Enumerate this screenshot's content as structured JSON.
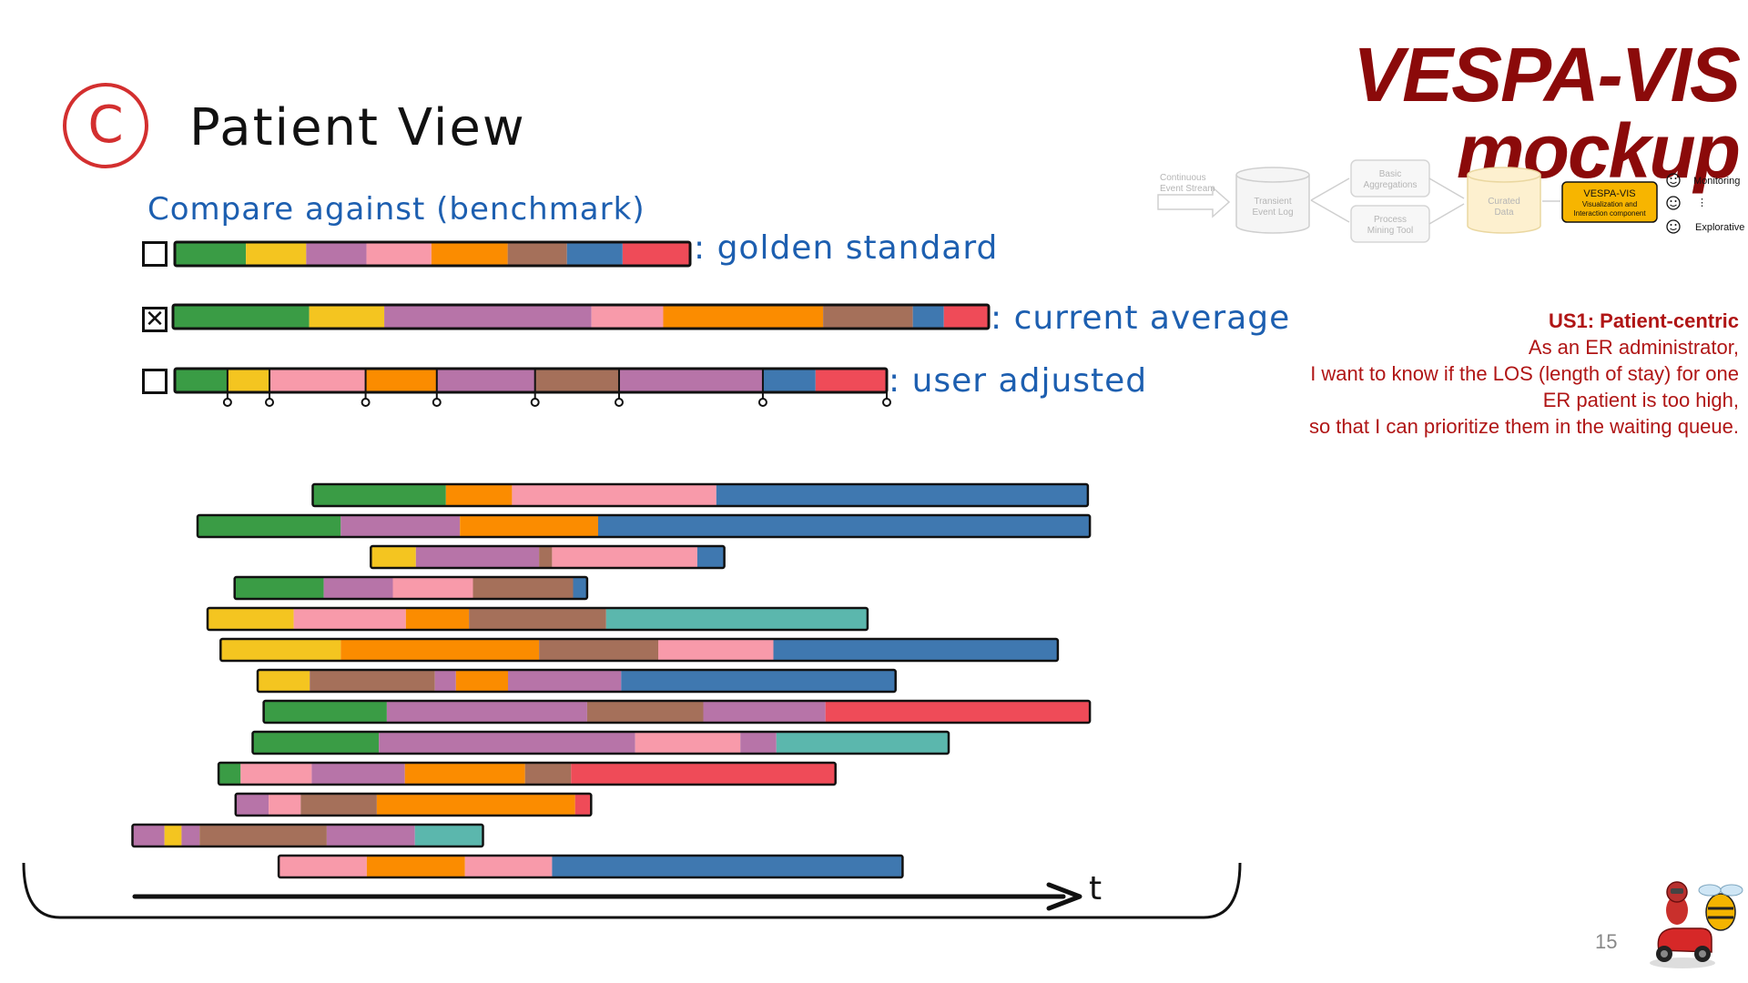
{
  "slide": {
    "title": "VESPA-VIS mockup",
    "section_letter": "C",
    "view_title": "Patient View",
    "compare_title": "Compare against (benchmark)",
    "page_number": "15"
  },
  "colors": {
    "green": "#3a9c45",
    "yellow": "#f4c520",
    "purple": "#b774a8",
    "pink": "#f89aaa",
    "orange": "#fb8c00",
    "brown": "#a5705a",
    "blue": "#3f78b0",
    "red": "#ef4b58",
    "teal": "#5bb7ad",
    "title_red": "#8b0a0a",
    "accent_blue": "#1d5fb0"
  },
  "benchmarks": [
    {
      "label": ": golden standard",
      "checked": false,
      "segments": [
        [
          "green",
          0.138
        ],
        [
          "yellow",
          0.117
        ],
        [
          "purple",
          0.117
        ],
        [
          "pink",
          0.126
        ],
        [
          "orange",
          0.148
        ],
        [
          "brown",
          0.115
        ],
        [
          "blue",
          0.108
        ],
        [
          "red",
          0.131
        ]
      ],
      "handles": []
    },
    {
      "label": ": current average",
      "checked": true,
      "checkmark": "✕",
      "segments": [
        [
          "green",
          0.167
        ],
        [
          "yellow",
          0.092
        ],
        [
          "purple",
          0.254
        ],
        [
          "pink",
          0.088
        ],
        [
          "orange",
          0.196
        ],
        [
          "brown",
          0.11
        ],
        [
          "blue",
          0.038
        ],
        [
          "red",
          0.055
        ]
      ],
      "handles": []
    },
    {
      "label": ": user adjusted",
      "checked": false,
      "segments": [
        [
          "green",
          0.074
        ],
        [
          "yellow",
          0.059
        ],
        [
          "pink",
          0.135
        ],
        [
          "orange",
          0.1
        ],
        [
          "purple",
          0.138
        ],
        [
          "brown",
          0.118
        ],
        [
          "purple",
          0.202
        ],
        [
          "blue",
          0.074
        ],
        [
          "red",
          0.1
        ]
      ],
      "handles": [
        0.074,
        0.133,
        0.268,
        0.368,
        0.506,
        0.624,
        0.826,
        1.0
      ]
    }
  ],
  "patients": [
    {
      "start": 0.285,
      "segments": [
        [
          "green",
          0.133
        ],
        [
          "orange",
          0.066
        ],
        [
          "pink",
          0.204
        ],
        [
          "blue",
          0.371
        ]
      ]
    },
    {
      "start": 0.17,
      "segments": [
        [
          "green",
          0.143
        ],
        [
          "purple",
          0.119
        ],
        [
          "orange",
          0.138
        ],
        [
          "blue",
          0.491
        ]
      ]
    },
    {
      "start": 0.343,
      "segments": [
        [
          "yellow",
          0.045
        ],
        [
          "purple",
          0.123
        ],
        [
          "brown",
          0.013
        ],
        [
          "pink",
          0.145
        ],
        [
          "blue",
          0.027
        ]
      ]
    },
    {
      "start": 0.207,
      "segments": [
        [
          "green",
          0.089
        ],
        [
          "purple",
          0.069
        ],
        [
          "pink",
          0.08
        ],
        [
          "brown",
          0.1
        ],
        [
          "blue",
          0.014
        ]
      ]
    },
    {
      "start": 0.18,
      "segments": [
        [
          "yellow",
          0.086
        ],
        [
          "pink",
          0.112
        ],
        [
          "orange",
          0.063
        ],
        [
          "brown",
          0.137
        ],
        [
          "teal",
          0.261
        ]
      ]
    },
    {
      "start": 0.193,
      "segments": [
        [
          "yellow",
          0.12
        ],
        [
          "orange",
          0.198
        ],
        [
          "brown",
          0.119
        ],
        [
          "pink",
          0.115
        ],
        [
          "blue",
          0.284
        ]
      ]
    },
    {
      "start": 0.23,
      "segments": [
        [
          "yellow",
          0.052
        ],
        [
          "brown",
          0.125
        ],
        [
          "purple",
          0.021
        ],
        [
          "orange",
          0.052
        ],
        [
          "purple",
          0.113
        ],
        [
          "blue",
          0.274
        ]
      ]
    },
    {
      "start": 0.236,
      "segments": [
        [
          "green",
          0.123
        ],
        [
          "purple",
          0.2
        ],
        [
          "brown",
          0.116
        ],
        [
          "purple",
          0.122
        ],
        [
          "red",
          0.264
        ]
      ]
    },
    {
      "start": 0.225,
      "segments": [
        [
          "green",
          0.126
        ],
        [
          "purple",
          0.256
        ],
        [
          "pink",
          0.105
        ],
        [
          "purple",
          0.036
        ],
        [
          "teal",
          0.172
        ]
      ]
    },
    {
      "start": 0.191,
      "segments": [
        [
          "green",
          0.022
        ],
        [
          "pink",
          0.071
        ],
        [
          "purple",
          0.093
        ],
        [
          "orange",
          0.12
        ],
        [
          "brown",
          0.046
        ],
        [
          "red",
          0.264
        ]
      ]
    },
    {
      "start": 0.208,
      "segments": [
        [
          "purple",
          0.033
        ],
        [
          "pink",
          0.032
        ],
        [
          "brown",
          0.076
        ],
        [
          "orange",
          0.198
        ],
        [
          "red",
          0.016
        ]
      ]
    },
    {
      "start": 0.105,
      "segments": [
        [
          "purple",
          0.032
        ],
        [
          "yellow",
          0.017
        ],
        [
          "purple",
          0.018
        ],
        [
          "brown",
          0.127
        ],
        [
          "purple",
          0.088
        ],
        [
          "teal",
          0.068
        ]
      ]
    },
    {
      "start": 0.251,
      "segments": [
        [
          "pink",
          0.088
        ],
        [
          "orange",
          0.098
        ],
        [
          "pink",
          0.087
        ],
        [
          "blue",
          0.35
        ]
      ]
    }
  ],
  "timeline": {
    "axis_label": "t"
  },
  "user_story": {
    "title": "US1: Patient-centric",
    "lines": [
      "As an ER administrator,",
      "I want to know if the LOS (length of stay) for one",
      "ER patient is too high,",
      "so that I can prioritize them in the waiting queue."
    ]
  },
  "pipeline": {
    "source": [
      "Continuous",
      "Event Stream"
    ],
    "log": [
      "Transient",
      "Event Log"
    ],
    "aggregations": [
      "Basic",
      "Aggregations"
    ],
    "process_mining": [
      "Process",
      "Mining Tool"
    ],
    "curated": [
      "Curated",
      "Data"
    ],
    "vis_title": "VESPA-VIS",
    "vis_subtitle": [
      "Visualization and",
      "Interaction component"
    ],
    "modes": [
      "Monitoring",
      "⋮",
      "Explorative"
    ]
  }
}
